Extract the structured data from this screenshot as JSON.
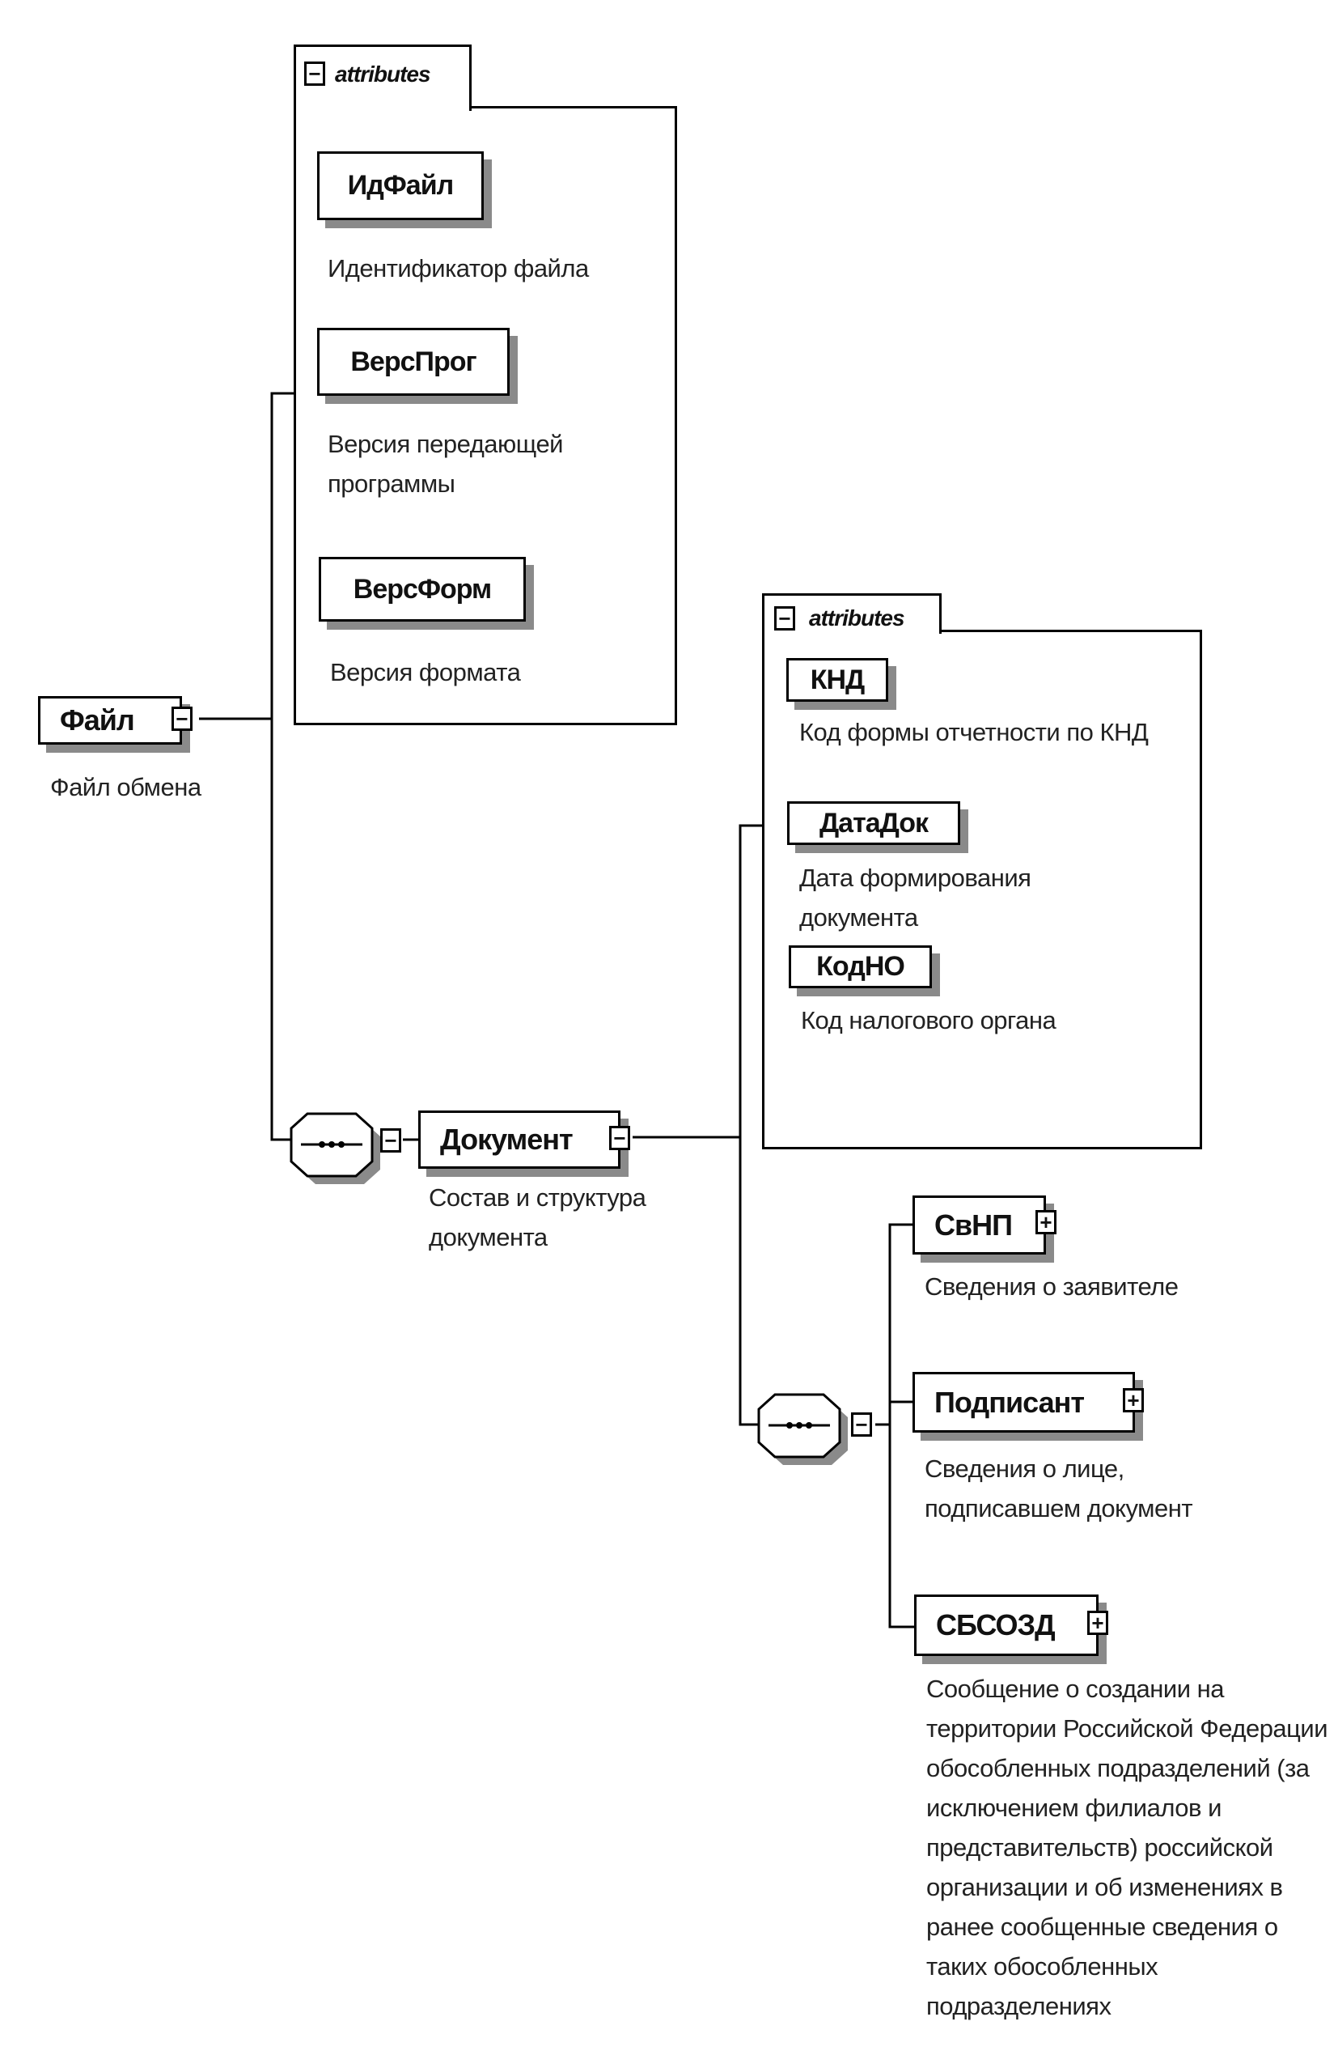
{
  "root": {
    "name": "Файл",
    "description": "Файл обмена",
    "toggle": "collapse"
  },
  "root_attributes": {
    "header": "attributes",
    "toggle": "collapse",
    "items": [
      {
        "name": "ИдФайл",
        "description": "Идентификатор файла"
      },
      {
        "name": "ВерсПрог",
        "description": "Версия передающей программы"
      },
      {
        "name": "ВерсФорм",
        "description": "Версия формата"
      }
    ]
  },
  "root_sequence": {
    "icon": "sequence-icon",
    "toggle": "collapse"
  },
  "document": {
    "name": "Документ",
    "description": "Состав и структура документа",
    "toggle": "collapse"
  },
  "document_attributes": {
    "header": "attributes",
    "toggle": "collapse",
    "items": [
      {
        "name": "КНД",
        "description": "Код формы отчетности по КНД"
      },
      {
        "name": "ДатаДок",
        "description": "Дата формирования документа"
      },
      {
        "name": "КодНО",
        "description": "Код налогового органа"
      }
    ]
  },
  "document_sequence": {
    "icon": "sequence-icon",
    "toggle": "collapse"
  },
  "children": [
    {
      "name": "СвНП",
      "description": "Сведения о заявителе",
      "toggle": "expand"
    },
    {
      "name": "Подписант",
      "description": "Сведения о лице, подписавшем документ",
      "toggle": "expand"
    },
    {
      "name": "СБСОЗД",
      "description": "Сообщение о создании на территории Российской Федерации обособленных подразделений (за исключением филиалов и представительств) российской организации и об изменениях в ранее сообщенные сведения о таких обособленных подразделениях",
      "toggle": "expand"
    }
  ],
  "glyphs": {
    "minus": "−",
    "plus": "+"
  }
}
